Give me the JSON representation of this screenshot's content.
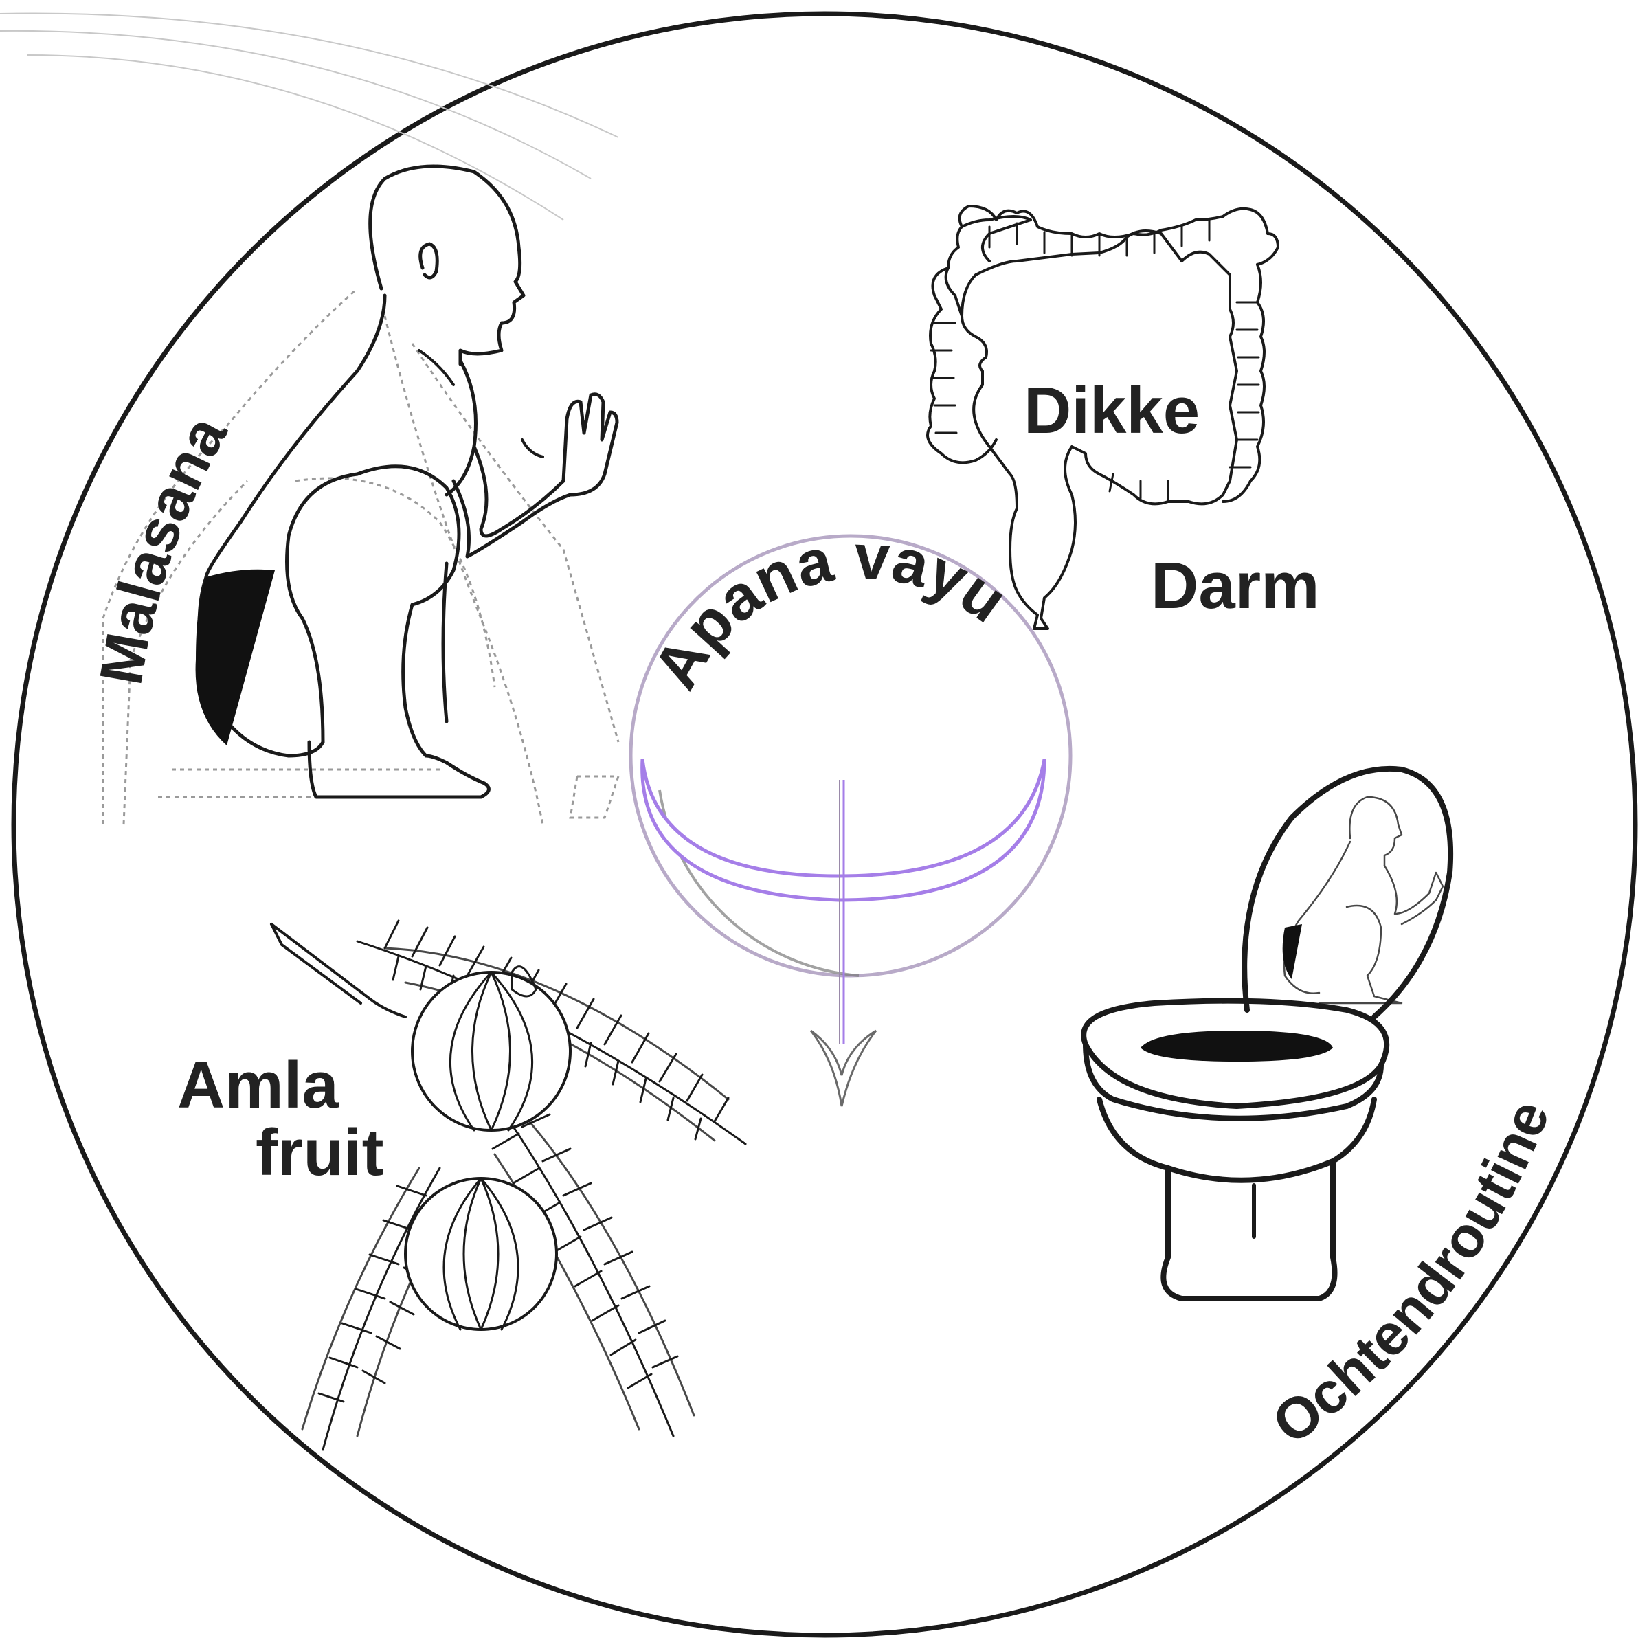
{
  "labels": {
    "malasana": "Malasana",
    "dikke": "Dikke",
    "darm": "Darm",
    "apana_vayu": "Apana vayu",
    "amla": "Amla",
    "fruit": "fruit",
    "ochtendroutine": "Ochtendroutine"
  },
  "colors": {
    "ink": "#1a1a1a",
    "text": "#222222",
    "purple": "#a57ee8",
    "grey_ring": "#b8aac8"
  },
  "icons": {
    "squatting_person": "squatting-person-icon",
    "colon": "large-intestine-icon",
    "moon": "crescent-moon-icon",
    "arrow": "down-arrow-icon",
    "amla_branch": "amla-branch-icon",
    "toilet": "toilet-icon"
  }
}
